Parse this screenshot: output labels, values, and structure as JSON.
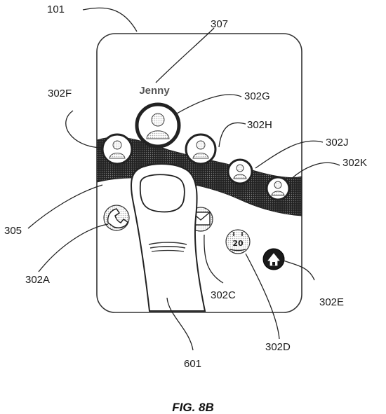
{
  "figure_caption": "FIG. 8B",
  "contact_name": "Jenny",
  "reference_labels": {
    "device": "101",
    "contact_name": "307",
    "contact_f": "302F",
    "contact_g": "302G",
    "contact_h": "302H",
    "contact_j": "302J",
    "contact_k": "302K",
    "band": "305",
    "icon_a": "302A",
    "icon_c": "302C",
    "icon_d": "302D",
    "icon_e": "302E",
    "finger": "601"
  },
  "calendar_badge": "20",
  "icons": {
    "contacts": [
      "person-icon",
      "person-icon",
      "person-icon",
      "person-icon",
      "person-icon"
    ],
    "icon_a": "phone-icon",
    "icon_c": "mail-icon",
    "icon_d": "calendar-icon",
    "icon_e": "home-icon"
  }
}
